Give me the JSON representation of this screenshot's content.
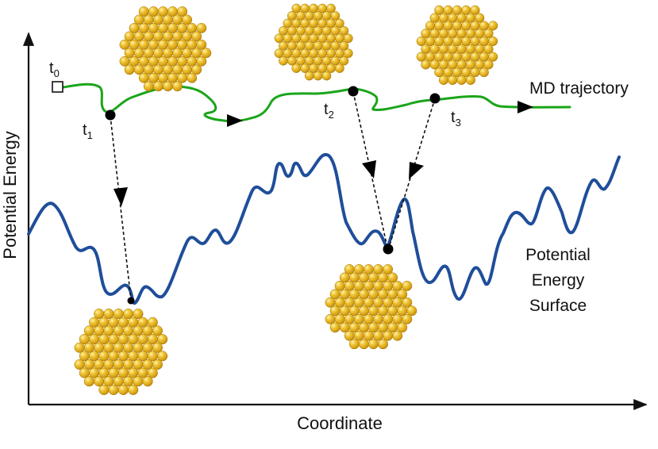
{
  "axes": {
    "x_label": "Coordinate",
    "y_label": "Potential Energy"
  },
  "labels": {
    "md_trajectory": "MD trajectory",
    "surface_line1": "Potential",
    "surface_line2": "Energy",
    "surface_line3": "Surface"
  },
  "time_points": [
    {
      "base": "t",
      "sub": "0"
    },
    {
      "base": "t",
      "sub": "1"
    },
    {
      "base": "t",
      "sub": "2"
    },
    {
      "base": "t",
      "sub": "3"
    }
  ],
  "colors": {
    "trajectory": "#1aa51a",
    "surface": "#1f4e9a",
    "cluster": "#e8b820",
    "cluster_edge": "#a07808",
    "axis": "#111111",
    "marker": "#000000"
  }
}
